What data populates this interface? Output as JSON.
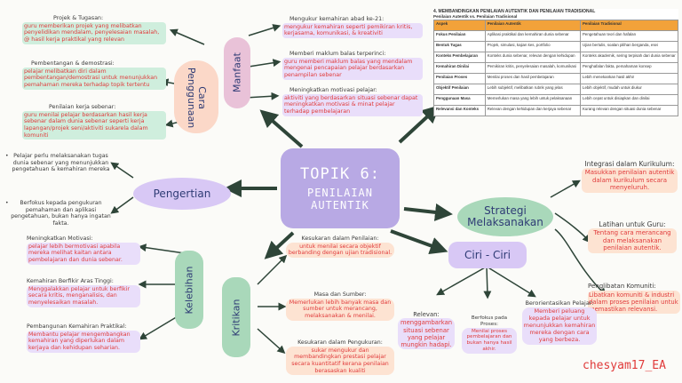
{
  "center": {
    "line1": "TOPIK 6:",
    "line2": "PENILAIAN",
    "line3": "AUTENTIK"
  },
  "pengertian": {
    "title": "Pengertian",
    "p1": "Pelajar perlu melaksanakan tugas dunia sebenar yang menunjukkan pengetahuan & kemahiran mereka",
    "p2": "Berfokus kepada pengukuran pemahaman dan aplikasi pengetahuan, bukan hanya ingatan fakta."
  },
  "cara_penggunaan": {
    "title1": "Cara",
    "title2": "Penggunaan",
    "items": [
      {
        "head": "Projek & Tugasan:",
        "body": "guru memberikan projek yang melibatkan penyelidikan mendalam, penyelesaian masalah, @ hasil kerja praktikal yang relevan"
      },
      {
        "head": "Pembentangan & demostrasi:",
        "body": "pelajar melibatkan diri dalam pembentangan/demostrasi untuk menunjukkan pemahaman mereka terhadap topik tertentu"
      },
      {
        "head": "Penilaian kerja sebenar:",
        "body": "guru menilai pelajar berdasarkan hasil kerja sebenar dalam dunia sebenar seperti kerja lapangan/projek seni/aktiviti sukarela dalam komuniti"
      }
    ]
  },
  "manfaat": {
    "title": "Manfaat",
    "items": [
      {
        "head": "Mengukur kemahiran abad ke-21:",
        "body": "mengukur kemahiran seperti pemikiran kritis, kerjasama, komunikasi, & kreativiti"
      },
      {
        "head": "Memberi maklum balas terperinci:",
        "body": "guru memberi maklum balas yang mendalam mengenai pencapaian pelajar berdasarkan penampilan sebenar"
      },
      {
        "head": "Meningkatkan motivasi pelajar:",
        "body": "aktiviti yang berdasarkan situasi sebenar dapat meningkatkan motivasi & minat pelajar terhadap pembelajaran"
      }
    ]
  },
  "table": {
    "title": "4. MEMBANDINGKAN PENILAIAN AUTENTIK DAN PENILAIAN TRADISIONAL",
    "subtitle": "Penilaian Autentik vs. Penilaian Tradisional",
    "headers": [
      "Aspek",
      "Penilaian Autentik",
      "Penilaian Tradisional"
    ],
    "rows": [
      [
        "Fokus Penilaian",
        "Aplikasi praktikal dan kemahiran dunia sebenar",
        "Pengetahuan teori dan hafalan"
      ],
      [
        "Bentuk Tugas",
        "Projek, simulasi, kajian kes, portfolio",
        "Ujian bertulis, soalan pilihan berganda, esei"
      ],
      [
        "Konteks Pembelajaran",
        "Konteks dunia sebenar, relevan dengan kehidupan",
        "Konteks akademik, sering terpisah dari dunia sebenar"
      ],
      [
        "Kemahiran Dinilai",
        "Pemikiran kritis, penyelesaian masalah, komunikasi",
        "Penghafalan fakta, pemahaman konsep"
      ],
      [
        "Penilaian Proses",
        "Menilai proses dan hasil pembelajaran",
        "Lebih menekankan hasil akhir"
      ],
      [
        "Objektif Penilaian",
        "Lebih subjektif, melibatkan rubrik yang jelas",
        "Lebih objektif, mudah untuk diukur"
      ],
      [
        "Penggunaan Masa",
        "Memerlukan masa yang lebih untuk pelaksanaan",
        "Lebih cepat untuk disiapkan dan dinilai"
      ],
      [
        "Relevansi dan Konteks",
        "Relevan dengan kehidupan dan kerjaya sebenar",
        "Kurang relevan dengan situasi dunia sebenar"
      ]
    ]
  },
  "strategi": {
    "title1": "Strategi",
    "title2": "Melaksanakan",
    "items": [
      {
        "head": "Integrasi dalam Kurikulum:",
        "body": "Masukkan penilaian autentik dalam kurikulum secara menyeluruh."
      },
      {
        "head": "Latihan untuk Guru:",
        "body": "Tentang cara merancang dan melaksanakan penilaian autentik."
      },
      {
        "head": "Penglibatan Komuniti:",
        "body": "Libatkan komuniti & industri dalam proses penilaian untuk memastikan relevansi."
      }
    ]
  },
  "ciri": {
    "title": "Ciri - Ciri",
    "items": [
      {
        "head": "Relevan:",
        "body": "menggambarkan situasi sebenar yang pelajar mungkin hadapi."
      },
      {
        "head": "Berfokus pada Proses:",
        "body": "Menilai proses pembelajaran dan bukan hanya hasil akhir."
      },
      {
        "head": "Berorientasikan Pelajar:",
        "body": "Memberi peluang kepada pelajar untuk menunjukkan kemahiran mereka dengan cara yang berbeza."
      }
    ]
  },
  "kelebihan": {
    "title": "Kelebihan",
    "items": [
      {
        "head": "Meningkatkan Motivasi:",
        "body": "pelajar lebih bermotivasi apabila mereka melihat kaitan antara pembelajaran dan dunia sebenar."
      },
      {
        "head": "Kemahiran Berfikir Aras Tinggi:",
        "body": "Menggalakkan pelajar untuk berfikir secara kritis, menganalisis, dan menyelesaikan masalah."
      },
      {
        "head": "Pembangunan Kemahiran Praktikal:",
        "body": "Membantu pelajar mengembangkan kemahiran yang diperlukan dalam kerjaya dan kehidupan seharian."
      }
    ]
  },
  "kritikan": {
    "title": "Kritikan",
    "items": [
      {
        "head": "Kesukaran dalam Penilaian:",
        "body": "untuk menilai secara objektif berbanding dengan ujian tradisional."
      },
      {
        "head": "Masa dan Sumber:",
        "body": "Memerlukan lebih banyak masa dan sumber untuk merancang, melaksanakan & menilai."
      },
      {
        "head": "Kesukaran dalam Pengukuran:",
        "body": "sukar mengukur dan membandingkan prestasi pelajar secara kuantitatif kerana penilaian berasaskan kualiti"
      }
    ]
  },
  "signature": "chesyam17_EA",
  "colors": {
    "accent": "#e03a3a",
    "center": "#b8a9e4",
    "arrow": "#2e4538",
    "green": "#a9d8ba",
    "purple": "#d8c8f5",
    "peach": "#f9c9a8",
    "table_head": "#f2a23a"
  }
}
